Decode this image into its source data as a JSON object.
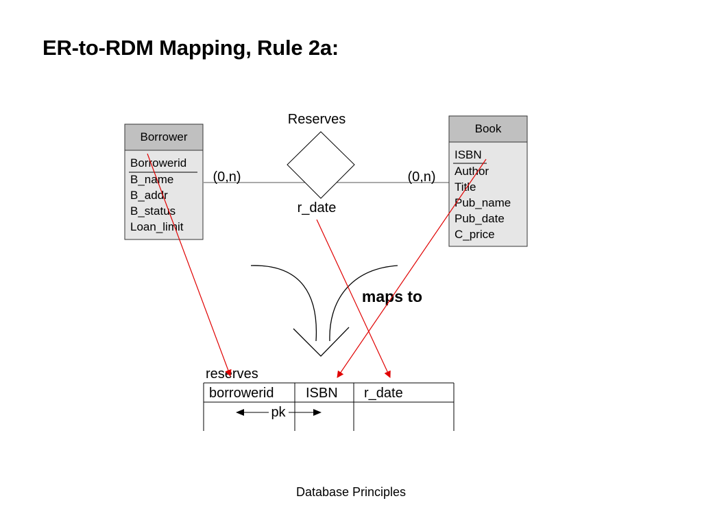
{
  "slide": {
    "title": "ER-to-RDM Mapping, Rule 2a:",
    "footer": "Database Principles"
  },
  "diagram": {
    "borrower": {
      "name": "Borrower",
      "attributes": [
        "Borrowerid",
        "B_name",
        "B_addr",
        "B_status",
        "Loan_limit"
      ]
    },
    "book": {
      "name": "Book",
      "attributes": [
        "ISBN",
        "Author",
        "Title",
        "Pub_name",
        "Pub_date",
        "C_price"
      ]
    },
    "relationship": {
      "name": "Reserves",
      "attribute": "r_date",
      "left_cardinality": "(0,n)",
      "right_cardinality": "(0,n)"
    },
    "maps_to_label": "maps to",
    "table": {
      "name": "reserves",
      "columns": [
        "borrowerid",
        "ISBN",
        "r_date"
      ],
      "pk_label": "pk"
    },
    "colors": {
      "entity_header": "#c0c0c0",
      "entity_body": "#e6e6e6",
      "mapping_arrow": "#e00000"
    }
  }
}
